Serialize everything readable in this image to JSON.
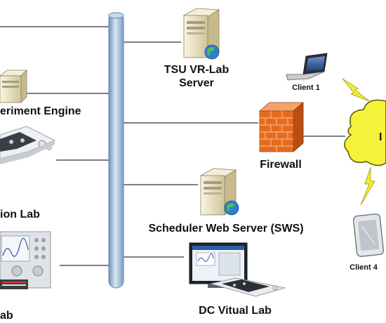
{
  "nodes": {
    "tsu_server": {
      "line1": "TSU VR-Lab",
      "line2": "Server"
    },
    "experiment_engine": {
      "label": "eriment Engine"
    },
    "simulation_lab": {
      "label": "ion Lab"
    },
    "bottom_left_lab": {
      "label": "ab"
    },
    "firewall": {
      "label": "Firewall"
    },
    "scheduler": {
      "label": "Scheduler Web Server (SWS)"
    },
    "dc_lab": {
      "label": "DC Vitual Lab"
    },
    "client1": {
      "label": "Client 1"
    },
    "client4": {
      "label": "Client 4"
    },
    "internet": {
      "label": "I"
    }
  },
  "colors": {
    "backbone": "#a9c4dd",
    "backbone_edge": "#5f83a7",
    "wire": "#333333",
    "firewall": "#e86a1c",
    "cloud": "#f5f23a",
    "lightning": "#f2ee2a",
    "server": "#e8e0c0"
  }
}
